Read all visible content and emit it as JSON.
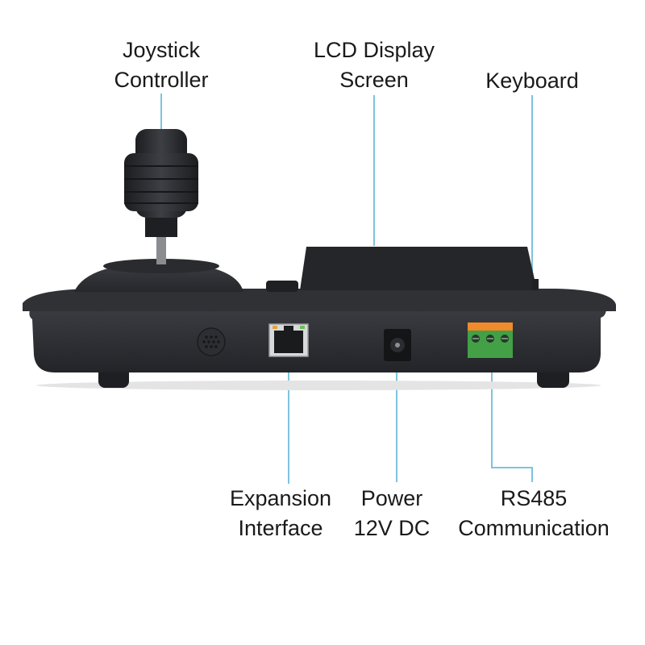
{
  "callouts": {
    "joystick": {
      "line1": "Joystick",
      "line2": "Controller"
    },
    "lcd": {
      "line1": "LCD Display",
      "line2": "Screen"
    },
    "keyboard": {
      "line1": "Keyboard"
    },
    "expansion": {
      "line1": "Expansion",
      "line2": "Interface"
    },
    "power": {
      "line1": "Power",
      "line2": "12V DC"
    },
    "rs485": {
      "line1": "RS485",
      "line2": "Communication"
    }
  },
  "colors": {
    "leader_line": "#7ec3df",
    "body": "#2b2d31",
    "terminal_block": "#43a047",
    "terminal_screws": "#f08a2a"
  }
}
